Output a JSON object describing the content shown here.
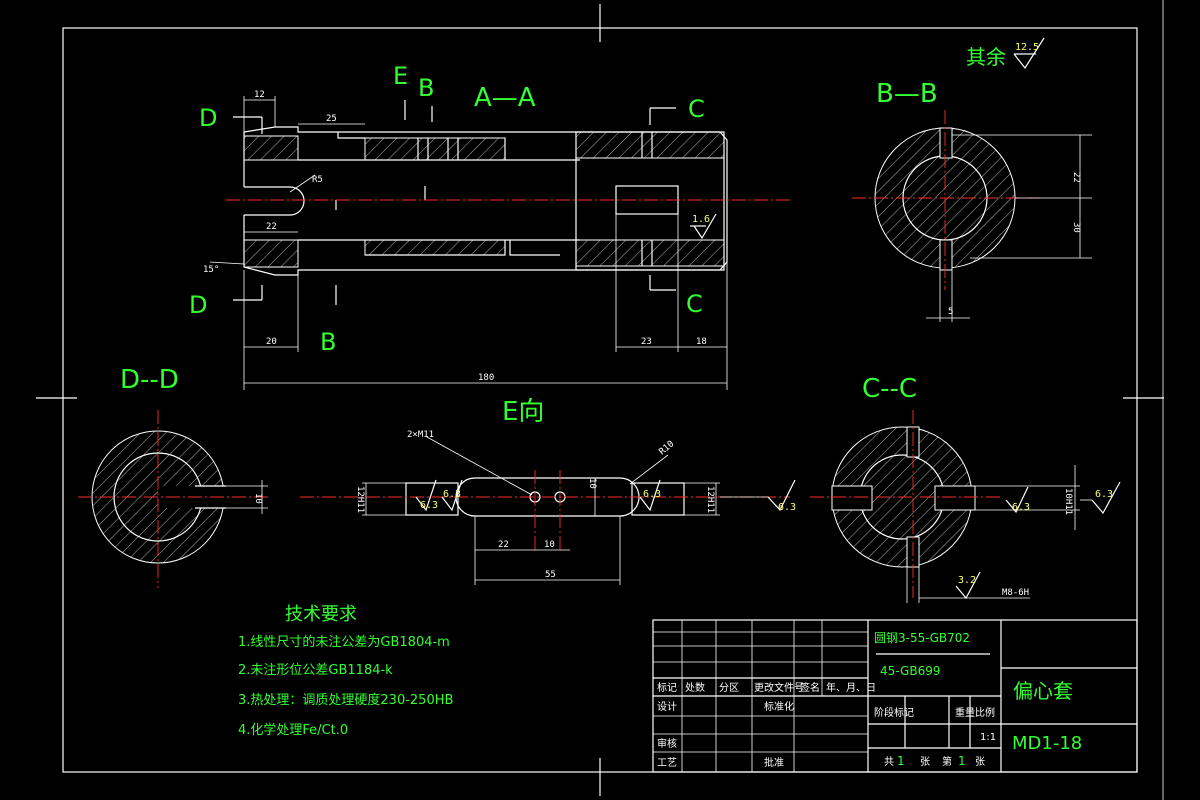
{
  "views": {
    "aa": {
      "title": "A—A",
      "e": "E",
      "b_top": "B",
      "b_bottom": "B",
      "c_top": "C",
      "c_bottom": "C",
      "d_top": "D",
      "d_bottom": "D"
    },
    "bb": {
      "title": "B—B"
    },
    "dd": {
      "title": "D--D"
    },
    "cc": {
      "title": "C--C"
    },
    "e_view": {
      "title": "E向"
    }
  },
  "dims": {
    "aa_12": "12",
    "aa_25": "25",
    "aa_r5": "R5",
    "aa_22": "22",
    "aa_20": "20",
    "aa_23": "23",
    "aa_18": "18",
    "aa_180": "180",
    "aa_15deg": "15°",
    "aa_rough": "1.6",
    "bb_22": "22",
    "bb_30": "30",
    "bb_5": "5",
    "dd_10": "10",
    "e_note": "2×M11",
    "e_r10": "R10",
    "e_10": "10",
    "e_22": "22",
    "e_10b": "10",
    "e_55": "55",
    "e_rl": "6.3",
    "e_rr": "6.3",
    "e_rr2": "6.3",
    "e_left12": "12H11",
    "e_right12": "12H11",
    "e_rl2": "6.3",
    "cc_rough1": "6.3",
    "cc_rough2": "6.3",
    "cc_fit": "10H11",
    "cc_rough3": "3.2",
    "cc_thread": "M8-6H"
  },
  "surface": {
    "label": "其余",
    "value": "12.5"
  },
  "requirements": {
    "heading": "技术要求",
    "items": [
      "1.线性尺寸的未注公差为GB1804-m",
      "2.未注形位公差GB1184-k",
      "3.热处理：调质处理硬度230-250HB",
      "4.化学处理Fe/Ct.0"
    ]
  },
  "title_block": {
    "material_1": "圆钢3-55-GB702",
    "material_2": "45-GB699",
    "part_name": "偏心套",
    "drawing_no": "MD1-18",
    "row_marks": [
      "标记",
      "处数",
      "分区",
      "更改文件号",
      "签名",
      "年、月、日"
    ],
    "design": "设计",
    "standardize": "标准化",
    "review": "审核",
    "process": "工艺",
    "approve": "批准",
    "stage_mark": "阶段标记",
    "weight": "重量",
    "scale_label": "比例",
    "scale": "1:1",
    "sheets_total_prefix": "共",
    "sheets_total": "1",
    "sheets_unit": "张",
    "sheet_prefix": "第",
    "sheet_no": "1",
    "sheet_unit": "张"
  },
  "colors": {
    "background": "#000000",
    "line": "#ffffff",
    "centerline": "#ff2a2a",
    "text": "#33ff33",
    "dimension": "#ffffff"
  }
}
